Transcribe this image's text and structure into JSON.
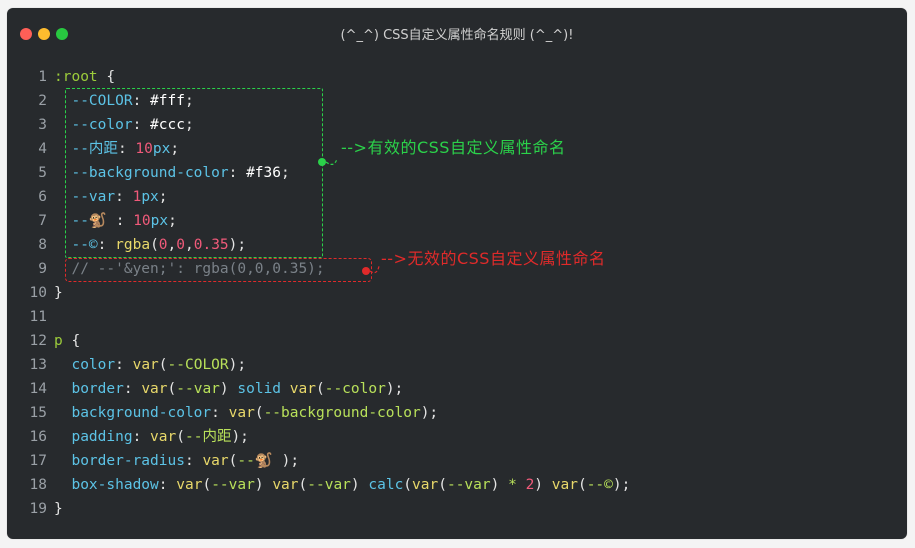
{
  "window": {
    "title": "(^_^) CSS自定义属性命名规则 (^_^)!"
  },
  "colors": {
    "background": "#272a2d",
    "valid": "#2bd14a",
    "invalid": "#e02a2a"
  },
  "annotations": {
    "valid_text": "-->有效的CSS自定义属性命名",
    "invalid_text": "-->无效的CSS自定义属性命名"
  },
  "code": {
    "lines": [
      {
        "n": "1",
        "tokens": [
          {
            "t": "sel",
            "v": ":root"
          },
          {
            "t": "pun",
            "v": " {"
          }
        ]
      },
      {
        "n": "2",
        "tokens": [
          {
            "t": "pun",
            "v": "  "
          },
          {
            "t": "prop",
            "v": "--COLOR"
          },
          {
            "t": "pun",
            "v": ": "
          },
          {
            "t": "val",
            "v": "#fff"
          },
          {
            "t": "pun",
            "v": ";"
          }
        ]
      },
      {
        "n": "3",
        "tokens": [
          {
            "t": "pun",
            "v": "  "
          },
          {
            "t": "prop",
            "v": "--color"
          },
          {
            "t": "pun",
            "v": ": "
          },
          {
            "t": "val",
            "v": "#ccc"
          },
          {
            "t": "pun",
            "v": ";"
          }
        ]
      },
      {
        "n": "4",
        "tokens": [
          {
            "t": "pun",
            "v": "  "
          },
          {
            "t": "prop",
            "v": "--内距"
          },
          {
            "t": "pun",
            "v": ": "
          },
          {
            "t": "num",
            "v": "10"
          },
          {
            "t": "prop",
            "v": "px"
          },
          {
            "t": "pun",
            "v": ";"
          }
        ]
      },
      {
        "n": "5",
        "tokens": [
          {
            "t": "pun",
            "v": "  "
          },
          {
            "t": "prop",
            "v": "--background-color"
          },
          {
            "t": "pun",
            "v": ": "
          },
          {
            "t": "val",
            "v": "#f36"
          },
          {
            "t": "pun",
            "v": ";"
          }
        ]
      },
      {
        "n": "6",
        "tokens": [
          {
            "t": "pun",
            "v": "  "
          },
          {
            "t": "prop",
            "v": "--var"
          },
          {
            "t": "pun",
            "v": ": "
          },
          {
            "t": "num",
            "v": "1"
          },
          {
            "t": "prop",
            "v": "px"
          },
          {
            "t": "pun",
            "v": ";"
          }
        ]
      },
      {
        "n": "7",
        "tokens": [
          {
            "t": "pun",
            "v": "  "
          },
          {
            "t": "prop",
            "v": "--🐒"
          },
          {
            "t": "pun",
            "v": " : "
          },
          {
            "t": "num",
            "v": "10"
          },
          {
            "t": "prop",
            "v": "px"
          },
          {
            "t": "pun",
            "v": ";"
          }
        ]
      },
      {
        "n": "8",
        "tokens": [
          {
            "t": "pun",
            "v": "  "
          },
          {
            "t": "prop",
            "v": "--©"
          },
          {
            "t": "pun",
            "v": ": "
          },
          {
            "t": "fn",
            "v": "rgba"
          },
          {
            "t": "pun",
            "v": "("
          },
          {
            "t": "num",
            "v": "0"
          },
          {
            "t": "pun",
            "v": ","
          },
          {
            "t": "num",
            "v": "0"
          },
          {
            "t": "pun",
            "v": ","
          },
          {
            "t": "num",
            "v": "0.35"
          },
          {
            "t": "pun",
            "v": ");"
          }
        ]
      },
      {
        "n": "9",
        "tokens": [
          {
            "t": "pun",
            "v": "  "
          },
          {
            "t": "com",
            "v": "// --'&yen;': rgba(0,0,0.35);"
          }
        ]
      },
      {
        "n": "10",
        "tokens": [
          {
            "t": "pun",
            "v": "}"
          }
        ]
      },
      {
        "n": "11",
        "tokens": []
      },
      {
        "n": "12",
        "tokens": [
          {
            "t": "sel",
            "v": "p"
          },
          {
            "t": "pun",
            "v": " {"
          }
        ]
      },
      {
        "n": "13",
        "tokens": [
          {
            "t": "pun",
            "v": "  "
          },
          {
            "t": "key",
            "v": "color"
          },
          {
            "t": "pun",
            "v": ": "
          },
          {
            "t": "fn",
            "v": "var"
          },
          {
            "t": "pun",
            "v": "("
          },
          {
            "t": "op",
            "v": "--COLOR"
          },
          {
            "t": "pun",
            "v": ");"
          }
        ]
      },
      {
        "n": "14",
        "tokens": [
          {
            "t": "pun",
            "v": "  "
          },
          {
            "t": "key",
            "v": "border"
          },
          {
            "t": "pun",
            "v": ": "
          },
          {
            "t": "fn",
            "v": "var"
          },
          {
            "t": "pun",
            "v": "("
          },
          {
            "t": "op",
            "v": "--var"
          },
          {
            "t": "pun",
            "v": ") "
          },
          {
            "t": "key",
            "v": "solid"
          },
          {
            "t": "pun",
            "v": " "
          },
          {
            "t": "fn",
            "v": "var"
          },
          {
            "t": "pun",
            "v": "("
          },
          {
            "t": "op",
            "v": "--color"
          },
          {
            "t": "pun",
            "v": ");"
          }
        ]
      },
      {
        "n": "15",
        "tokens": [
          {
            "t": "pun",
            "v": "  "
          },
          {
            "t": "key",
            "v": "background-color"
          },
          {
            "t": "pun",
            "v": ": "
          },
          {
            "t": "fn",
            "v": "var"
          },
          {
            "t": "pun",
            "v": "("
          },
          {
            "t": "op",
            "v": "--background-color"
          },
          {
            "t": "pun",
            "v": ");"
          }
        ]
      },
      {
        "n": "16",
        "tokens": [
          {
            "t": "pun",
            "v": "  "
          },
          {
            "t": "key",
            "v": "padding"
          },
          {
            "t": "pun",
            "v": ": "
          },
          {
            "t": "fn",
            "v": "var"
          },
          {
            "t": "pun",
            "v": "("
          },
          {
            "t": "op",
            "v": "--内距"
          },
          {
            "t": "pun",
            "v": ");"
          }
        ]
      },
      {
        "n": "17",
        "tokens": [
          {
            "t": "pun",
            "v": "  "
          },
          {
            "t": "key",
            "v": "border-radius"
          },
          {
            "t": "pun",
            "v": ": "
          },
          {
            "t": "fn",
            "v": "var"
          },
          {
            "t": "pun",
            "v": "("
          },
          {
            "t": "op",
            "v": "--🐒"
          },
          {
            "t": "pun",
            "v": " );"
          }
        ]
      },
      {
        "n": "18",
        "tokens": [
          {
            "t": "pun",
            "v": "  "
          },
          {
            "t": "key",
            "v": "box-shadow"
          },
          {
            "t": "pun",
            "v": ": "
          },
          {
            "t": "fn",
            "v": "var"
          },
          {
            "t": "pun",
            "v": "("
          },
          {
            "t": "op",
            "v": "--var"
          },
          {
            "t": "pun",
            "v": ") "
          },
          {
            "t": "fn",
            "v": "var"
          },
          {
            "t": "pun",
            "v": "("
          },
          {
            "t": "op",
            "v": "--var"
          },
          {
            "t": "pun",
            "v": ") "
          },
          {
            "t": "key",
            "v": "calc"
          },
          {
            "t": "pun",
            "v": "("
          },
          {
            "t": "fn",
            "v": "var"
          },
          {
            "t": "pun",
            "v": "("
          },
          {
            "t": "op",
            "v": "--var"
          },
          {
            "t": "pun",
            "v": ") "
          },
          {
            "t": "op",
            "v": "*"
          },
          {
            "t": "pun",
            "v": " "
          },
          {
            "t": "num",
            "v": "2"
          },
          {
            "t": "pun",
            "v": ") "
          },
          {
            "t": "fn",
            "v": "var"
          },
          {
            "t": "pun",
            "v": "("
          },
          {
            "t": "op",
            "v": "--©"
          },
          {
            "t": "pun",
            "v": ");"
          }
        ]
      },
      {
        "n": "19",
        "tokens": [
          {
            "t": "pun",
            "v": "}"
          }
        ]
      }
    ]
  }
}
